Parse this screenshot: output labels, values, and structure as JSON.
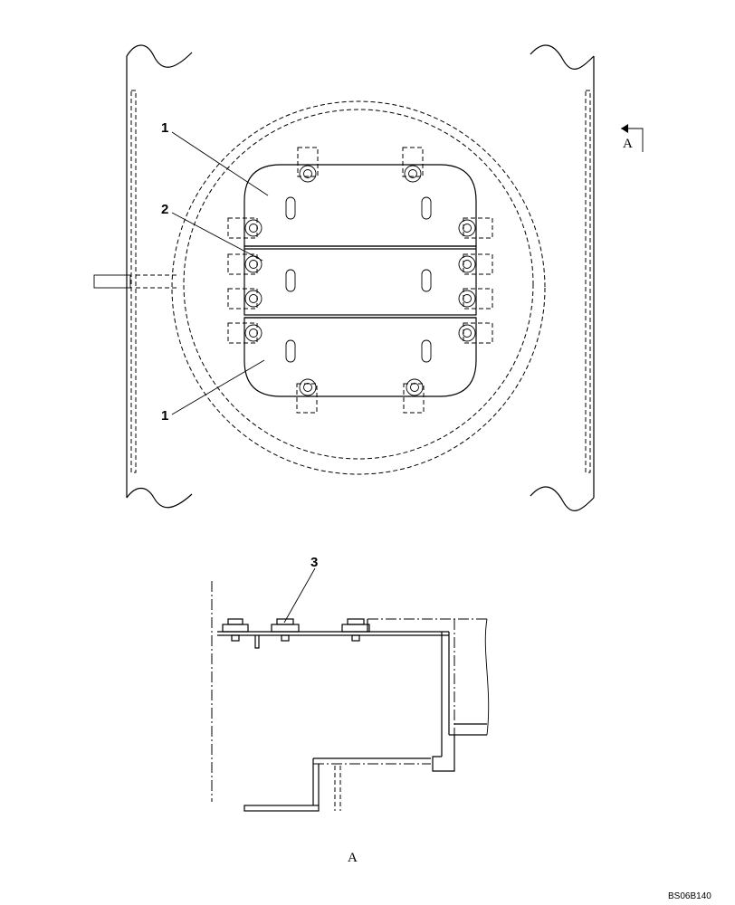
{
  "callouts": {
    "item1_top": "1",
    "item2": "2",
    "item1_bottom": "1",
    "item3": "3"
  },
  "section_marker": "A",
  "view_label": "A",
  "drawing_code": "BS06B140"
}
